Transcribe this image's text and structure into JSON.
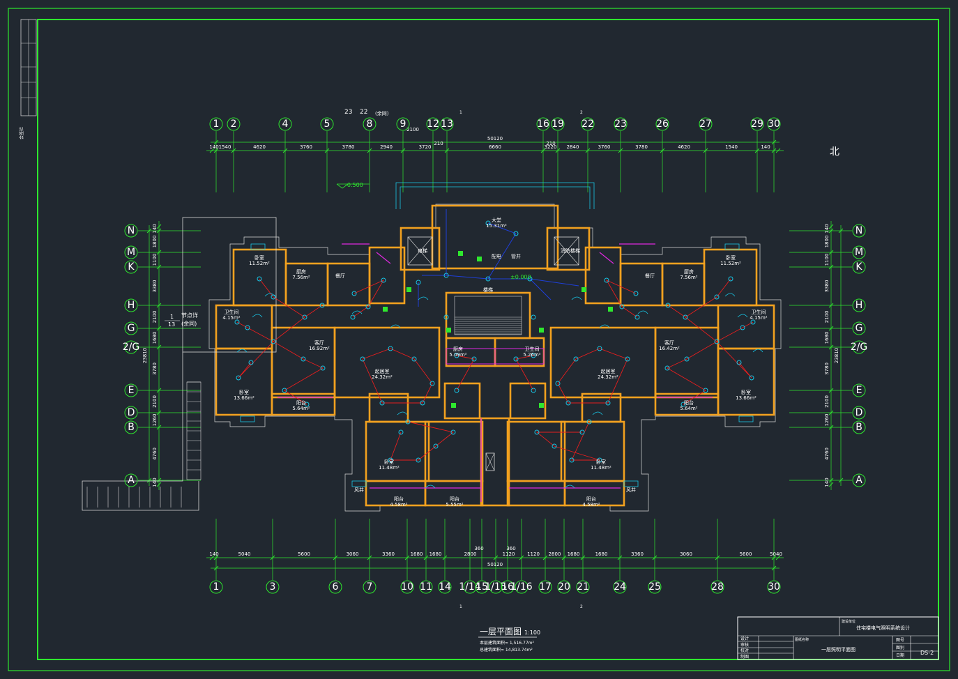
{
  "drawing": {
    "north_label": "北",
    "plan_title": "一层平面图",
    "plan_scale": "1:100",
    "area_line1": "本层建筑面积≈ 1,516.77m²",
    "area_line2": "总建筑面积≈ 14,813.74m²",
    "top_notes": [
      "23",
      "22",
      "(余同)"
    ],
    "left_note_num": "1",
    "left_note_sub": "13",
    "left_note_text1": "节点详",
    "left_note_text2": "(余同)",
    "elev_north": "-0.500",
    "elev_center": "±0.000",
    "sheet_no_top": [
      "1",
      "2"
    ],
    "sheet_no_bottom": [
      "1",
      "2"
    ]
  },
  "axes": {
    "top": [
      "1",
      "2",
      "4",
      "5",
      "8",
      "9",
      "12",
      "13",
      "16",
      "19",
      "22",
      "23",
      "26",
      "27",
      "29",
      "30"
    ],
    "bottom": [
      "1",
      "3",
      "6",
      "7",
      "10",
      "11",
      "14",
      "1/14",
      "15",
      "1/15",
      "16",
      "1/16",
      "17",
      "20",
      "21",
      "24",
      "25",
      "28",
      "30"
    ],
    "left": [
      "N",
      "M",
      "K",
      "H",
      "G",
      "2/G",
      "E",
      "D",
      "B",
      "A"
    ],
    "right": [
      "N",
      "M",
      "K",
      "H",
      "G",
      "2/G",
      "E",
      "D",
      "B",
      "A"
    ]
  },
  "dimensions": {
    "top_total": "50120",
    "top_sub": [
      "2100",
      "210",
      "210"
    ],
    "top": [
      "140",
      "1540",
      "4620",
      "3760",
      "3780",
      "2940",
      "3720",
      "6660",
      "3220",
      "2840",
      "3760",
      "3780",
      "4620",
      "1540",
      "140"
    ],
    "bottom_total": "50120",
    "bottom_sub": [
      "360",
      "360"
    ],
    "bottom": [
      "140",
      "5040",
      "5600",
      "3060",
      "3360",
      "1680",
      "1680",
      "2800",
      "1120",
      "1120",
      "2800",
      "1680",
      "1680",
      "3360",
      "3060",
      "5600",
      "5040",
      "140"
    ],
    "left": [
      "140",
      "1800",
      "1100",
      "3380",
      "2100",
      "1680",
      "3780",
      "2100",
      "1260",
      "4760",
      "140"
    ],
    "left_total": "23810",
    "right": [
      "140",
      "1800",
      "1100",
      "3380",
      "2100",
      "1680",
      "3780",
      "2100",
      "1260",
      "4760",
      "140"
    ],
    "right_total": "23810"
  },
  "rooms": [
    {
      "name": "卧室",
      "area": "11.52m²"
    },
    {
      "name": "厨房",
      "area": "7.56m²"
    },
    {
      "name": "餐厅",
      "area": ""
    },
    {
      "name": "卫生间",
      "area": "4.15m²"
    },
    {
      "name": "客厅",
      "area": "16.92m²"
    },
    {
      "name": "卧室",
      "area": "13.66m²"
    },
    {
      "name": "阳台",
      "area": "5.64m²"
    },
    {
      "name": "起居室",
      "area": "24.32m²"
    },
    {
      "name": "楼梯",
      "area": ""
    },
    {
      "name": "电梯",
      "area": ""
    },
    {
      "name": "大堂",
      "area": "15.31m²"
    },
    {
      "name": "配电",
      "area": ""
    },
    {
      "name": "管井",
      "area": ""
    },
    {
      "name": "消防楼梯",
      "area": ""
    },
    {
      "name": "厨房",
      "area": "5.09m²"
    },
    {
      "name": "卫生间",
      "area": "5.26m²"
    },
    {
      "name": "卧室",
      "area": "11.48m²"
    },
    {
      "name": "阳台",
      "area": "4.58m²"
    },
    {
      "name": "阳台",
      "area": "5.55m²"
    },
    {
      "name": "风井",
      "area": ""
    },
    {
      "name": "起居室",
      "area": "24.32m²"
    },
    {
      "name": "客厅",
      "area": "16.42m²"
    },
    {
      "name": "卧室",
      "area": "13.66m²"
    },
    {
      "name": "餐厅",
      "area": ""
    },
    {
      "name": "厨房",
      "area": "7.56m²"
    },
    {
      "name": "卧室",
      "area": "11.52m²"
    },
    {
      "name": "卫生间",
      "area": "4.15m²"
    },
    {
      "name": "阳台",
      "area": "5.64m²"
    },
    {
      "name": "卧室",
      "area": "11.48m²"
    },
    {
      "name": "阳台",
      "area": "4.58m²"
    },
    {
      "name": "风井",
      "area": ""
    }
  ],
  "title_block": {
    "project_label": "建设单位",
    "project": "住宅楼电气照明系统设计",
    "drawing_label": "图纸名称",
    "drawing_name": "一层照明平面图",
    "rows": [
      "设计",
      "审核",
      "校对",
      "制图"
    ],
    "right_rows": [
      "图号",
      "图别",
      "日期"
    ],
    "sheet_no": "DS-2"
  },
  "left_strip": {
    "label": "会签栏"
  },
  "colors": {
    "background": "#212830",
    "frame": "#2ee82e",
    "wall": "#f2a11f",
    "wiring": "#e81e1e",
    "fixture": "#19c6e6",
    "lobby_wiring": "#1f3fd8",
    "partition": "#e028e0",
    "grid": "#2ee82e"
  }
}
